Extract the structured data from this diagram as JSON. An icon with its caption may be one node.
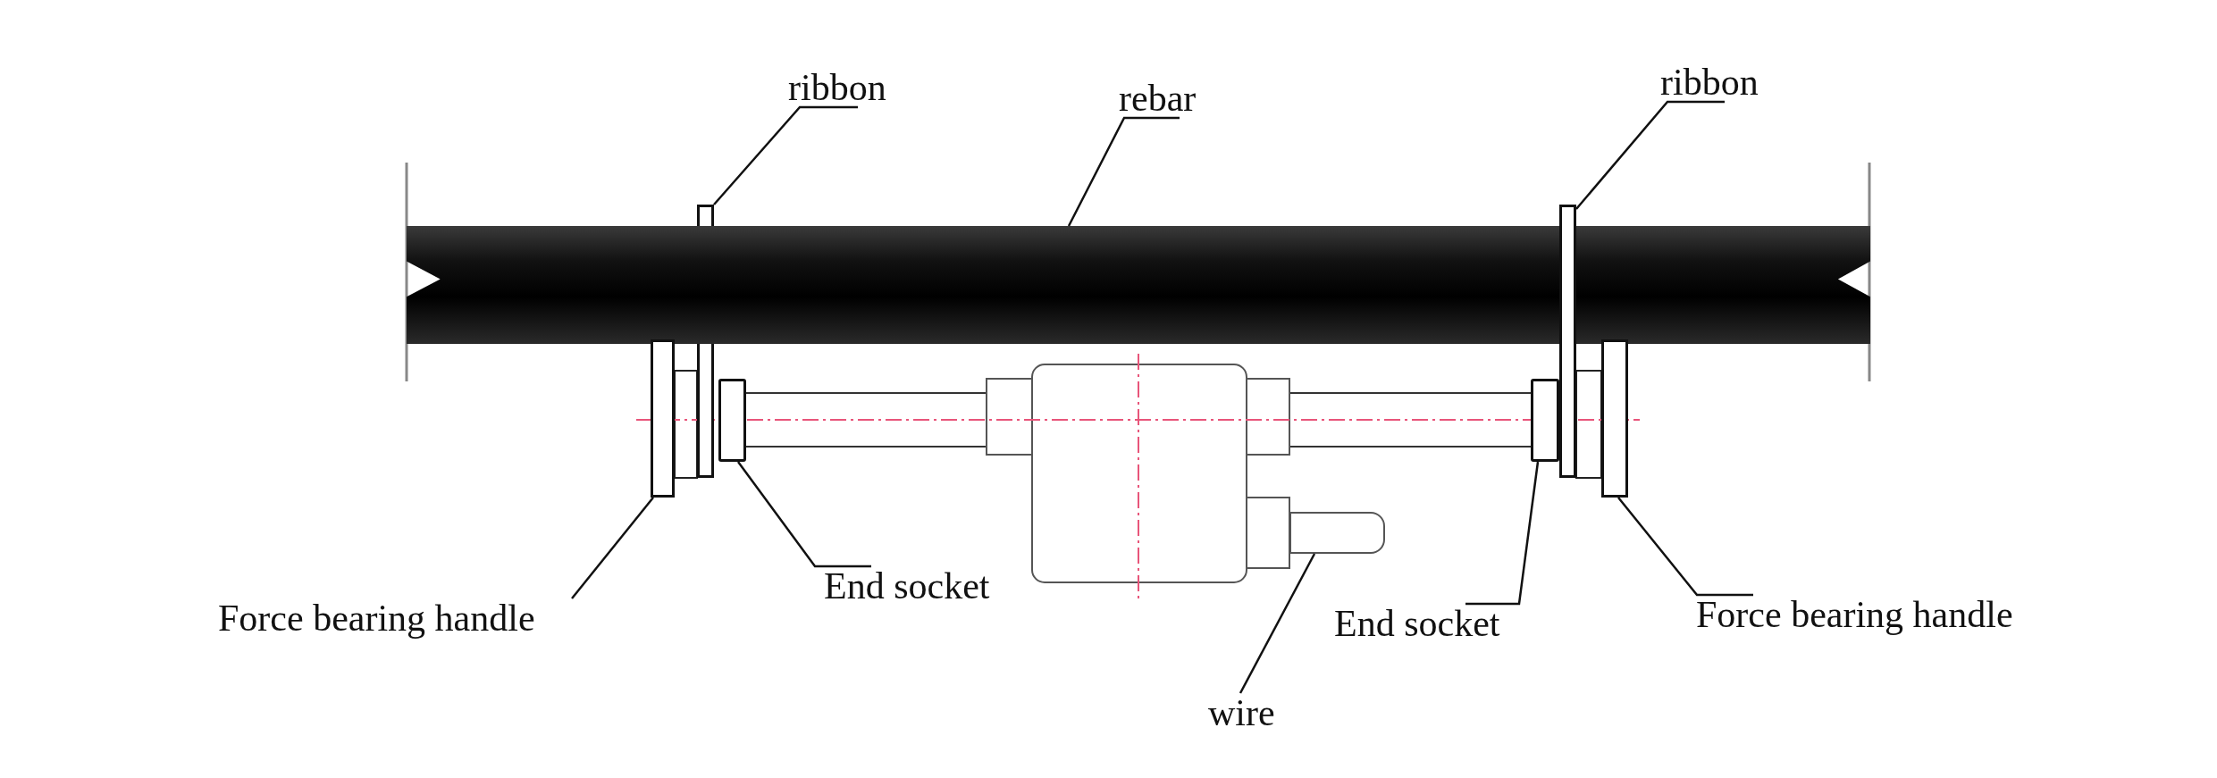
{
  "diagram": {
    "nodes": [
      {
        "text": [
          "ribbon"
        ]
      },
      {
        "text": [
          "rebar"
        ]
      },
      {
        "text": [
          "ribbon"
        ]
      },
      {
        "text": [
          "Force bearing handle"
        ]
      },
      {
        "text": [
          "End socket"
        ]
      },
      {
        "text": [
          "wire"
        ]
      },
      {
        "text": [
          "End socket"
        ]
      },
      {
        "text": [
          "Force bearing handle"
        ]
      },
      {
        "text": [],
        "shape": "bar"
      },
      {
        "text": [],
        "shape": "bar"
      },
      {
        "text": [],
        "shape": "bar"
      },
      {
        "text": [],
        "shape": "bar"
      },
      {
        "text": [],
        "shape": "box"
      },
      {
        "text": [],
        "shape": "bar"
      },
      {
        "text": [],
        "shape": "box"
      },
      {
        "text": [],
        "shape": "bar"
      }
    ],
    "edges": [
      {
        "from": 0,
        "to": 8,
        "arrow": "none"
      },
      {
        "from": 1,
        "to": 9,
        "arrow": "none"
      },
      {
        "from": 2,
        "to": 10,
        "arrow": "none"
      },
      {
        "from": 3,
        "to": 11,
        "arrow": "none"
      },
      {
        "from": 4,
        "to": 12,
        "arrow": "none"
      },
      {
        "from": 5,
        "to": 13,
        "arrow": "none"
      },
      {
        "from": 6,
        "to": 14,
        "arrow": "none"
      },
      {
        "from": 7,
        "to": 15,
        "arrow": "none"
      }
    ]
  }
}
